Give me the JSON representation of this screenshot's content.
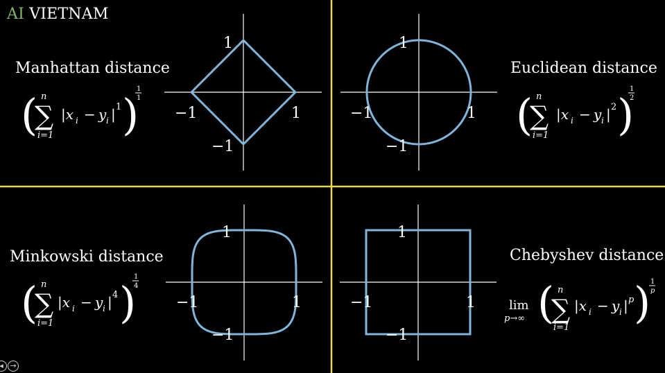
{
  "brand": {
    "ai": "AI",
    "vietnam": "VIETNAM"
  },
  "colors": {
    "background": "#000000",
    "divider": "#e8d84a",
    "curve": "#7fb6dc",
    "axis": "#ffffff",
    "brand_ai": "#7fb86a"
  },
  "panels": [
    {
      "id": "manhattan",
      "title": "Manhattan distance",
      "formula": {
        "prefix": "",
        "sum_top": "n",
        "sum_bottom": "i=1",
        "body": "|x",
        "sub_i": "i",
        "minus": "−",
        "y": "y",
        "power": "1",
        "outer_num": "1",
        "outer_den": "1"
      },
      "ticks": {
        "top": "1",
        "bottom": "−1",
        "left": "−1",
        "right": "1"
      },
      "shape": "diamond",
      "p": 1
    },
    {
      "id": "euclidean",
      "title": "Euclidean distance",
      "formula": {
        "prefix": "",
        "sum_top": "n",
        "sum_bottom": "i=1",
        "body": "|x",
        "sub_i": "i",
        "minus": "−",
        "y": "y",
        "power": "2",
        "outer_num": "1",
        "outer_den": "2"
      },
      "ticks": {
        "top": "1",
        "bottom": "−1",
        "left": "−1",
        "right": "1"
      },
      "shape": "circle",
      "p": 2
    },
    {
      "id": "minkowski",
      "title": "Minkowski distance",
      "formula": {
        "prefix": "",
        "sum_top": "n",
        "sum_bottom": "i=1",
        "body": "|x",
        "sub_i": "i",
        "minus": "−",
        "y": "y",
        "power": "4",
        "outer_num": "1",
        "outer_den": "4"
      },
      "ticks": {
        "top": "1",
        "bottom": "−1",
        "left": "−1",
        "right": "1"
      },
      "shape": "superellipse",
      "p": 4
    },
    {
      "id": "chebyshev",
      "title": "Chebyshev distance",
      "formula": {
        "prefix_top": "lim",
        "prefix_bottom": "p→∞",
        "sum_top": "n",
        "sum_bottom": "i=1",
        "body": "|x",
        "sub_i": "i",
        "minus": "−",
        "y": "y",
        "power": "p",
        "outer_num": "1",
        "outer_den": "p"
      },
      "ticks": {
        "top": "1",
        "bottom": "−1",
        "left": "−1",
        "right": "1"
      },
      "shape": "square",
      "p": "∞"
    }
  ]
}
